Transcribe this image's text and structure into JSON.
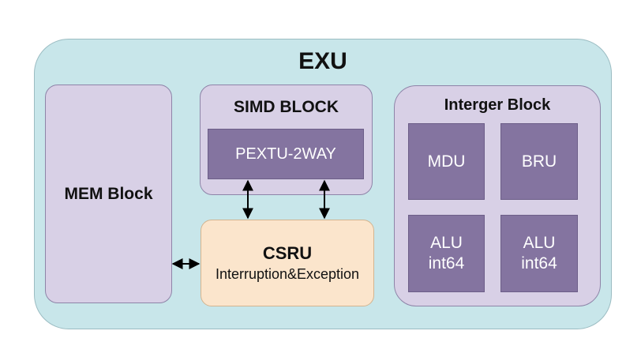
{
  "exu": {
    "title": "EXU"
  },
  "mem_block": {
    "label": "MEM Block"
  },
  "simd_block": {
    "title": "SIMD BLOCK",
    "unit": "PEXTU-2WAY"
  },
  "csru": {
    "title": "CSRU",
    "subtitle": "Interruption&Exception"
  },
  "integer_block": {
    "title": "Interger Block",
    "units": [
      {
        "line1": "MDU",
        "line2": ""
      },
      {
        "line1": "BRU",
        "line2": ""
      },
      {
        "line1": "ALU",
        "line2": "int64"
      },
      {
        "line1": "ALU",
        "line2": "int64"
      }
    ]
  },
  "colors": {
    "exu_fill": "#c8e6ea",
    "block_fill": "#d8d0e6",
    "unit_fill": "#8474a0",
    "csru_fill": "#fbe5cc"
  }
}
